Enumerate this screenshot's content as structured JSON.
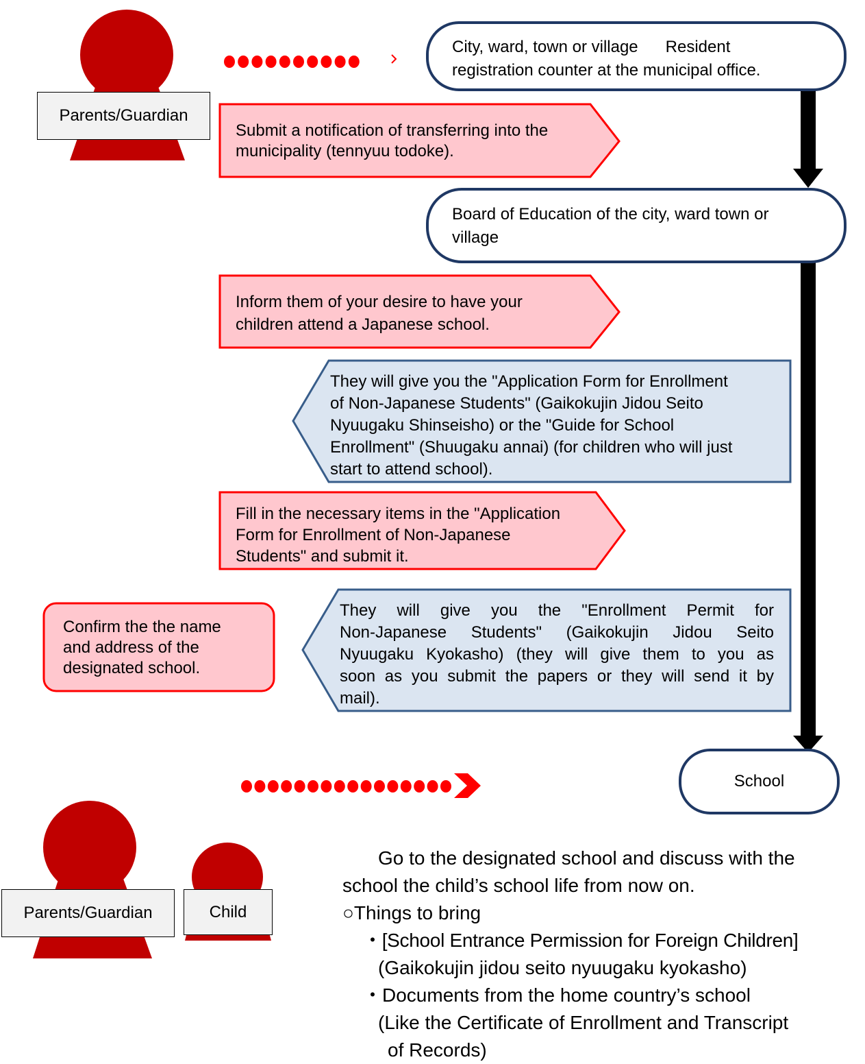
{
  "actors": {
    "top_label": "Parents/Guardian",
    "bottom_label": "Parents/Guardian",
    "child_label": "Child"
  },
  "offices": {
    "city_office": [
      "City, ward, town or village      Resident",
      "registration counter at the municipal office."
    ],
    "board_of_education": [
      "Board of Education of the city, ward town or",
      "village"
    ],
    "school": "School"
  },
  "steps": {
    "submit_notification": [
      "Submit a notification of transferring into the",
      "municipality (tennyuu todoke)."
    ],
    "inform_desire": [
      "Inform them of your desire to have your",
      "children attend a Japanese school."
    ],
    "receive_application": [
      "They will give you the \"Application Form for Enrollment",
      "of Non-Japanese Students\" (Gaikokujin Jidou Seito",
      "Nyuugaku Shinseisho) or the \"Guide for School",
      "Enrollment\" (Shuugaku annai) (for children who will just",
      "start to attend school)."
    ],
    "fill_in_form": [
      "Fill in the necessary items in the \"Application",
      "Form for Enrollment of Non-Japanese",
      "Students\" and submit it."
    ],
    "receive_permit": [
      "They will give you the \"Enrollment Permit for",
      "Non-Japanese Students\" (Gaikokujin Jidou Seito",
      "Nyuugaku Kyokasho) (they will give them to you as",
      "soon as you submit the papers or they will send it by",
      "mail)."
    ],
    "confirm_school": [
      "Confirm the the name",
      "and address of the",
      "designated school."
    ]
  },
  "notes": {
    "intro": [
      "Go to the designated school and discuss with the",
      "school the child’s school life from now on."
    ],
    "things_to_bring_heading": "○Things to bring",
    "items": [
      "・[School Entrance Permission for Foreign Children]",
      "(Gaikokujin jidou seito nyuugaku kyokasho)",
      "・Documents from the home country’s school",
      "(Like the Certificate of Enrollment and Transcript",
      "of Records)"
    ]
  },
  "colors": {
    "figure_red": "#c00000",
    "arrow_red": "#ff0000",
    "step_fill_pink": "#ffc7ce",
    "step_border_red": "#ff0000",
    "reply_fill_blue": "#dbe5f1",
    "reply_border_blue": "#385d8a",
    "office_border_navy": "#1f3864",
    "flow_line_black": "#000000"
  }
}
